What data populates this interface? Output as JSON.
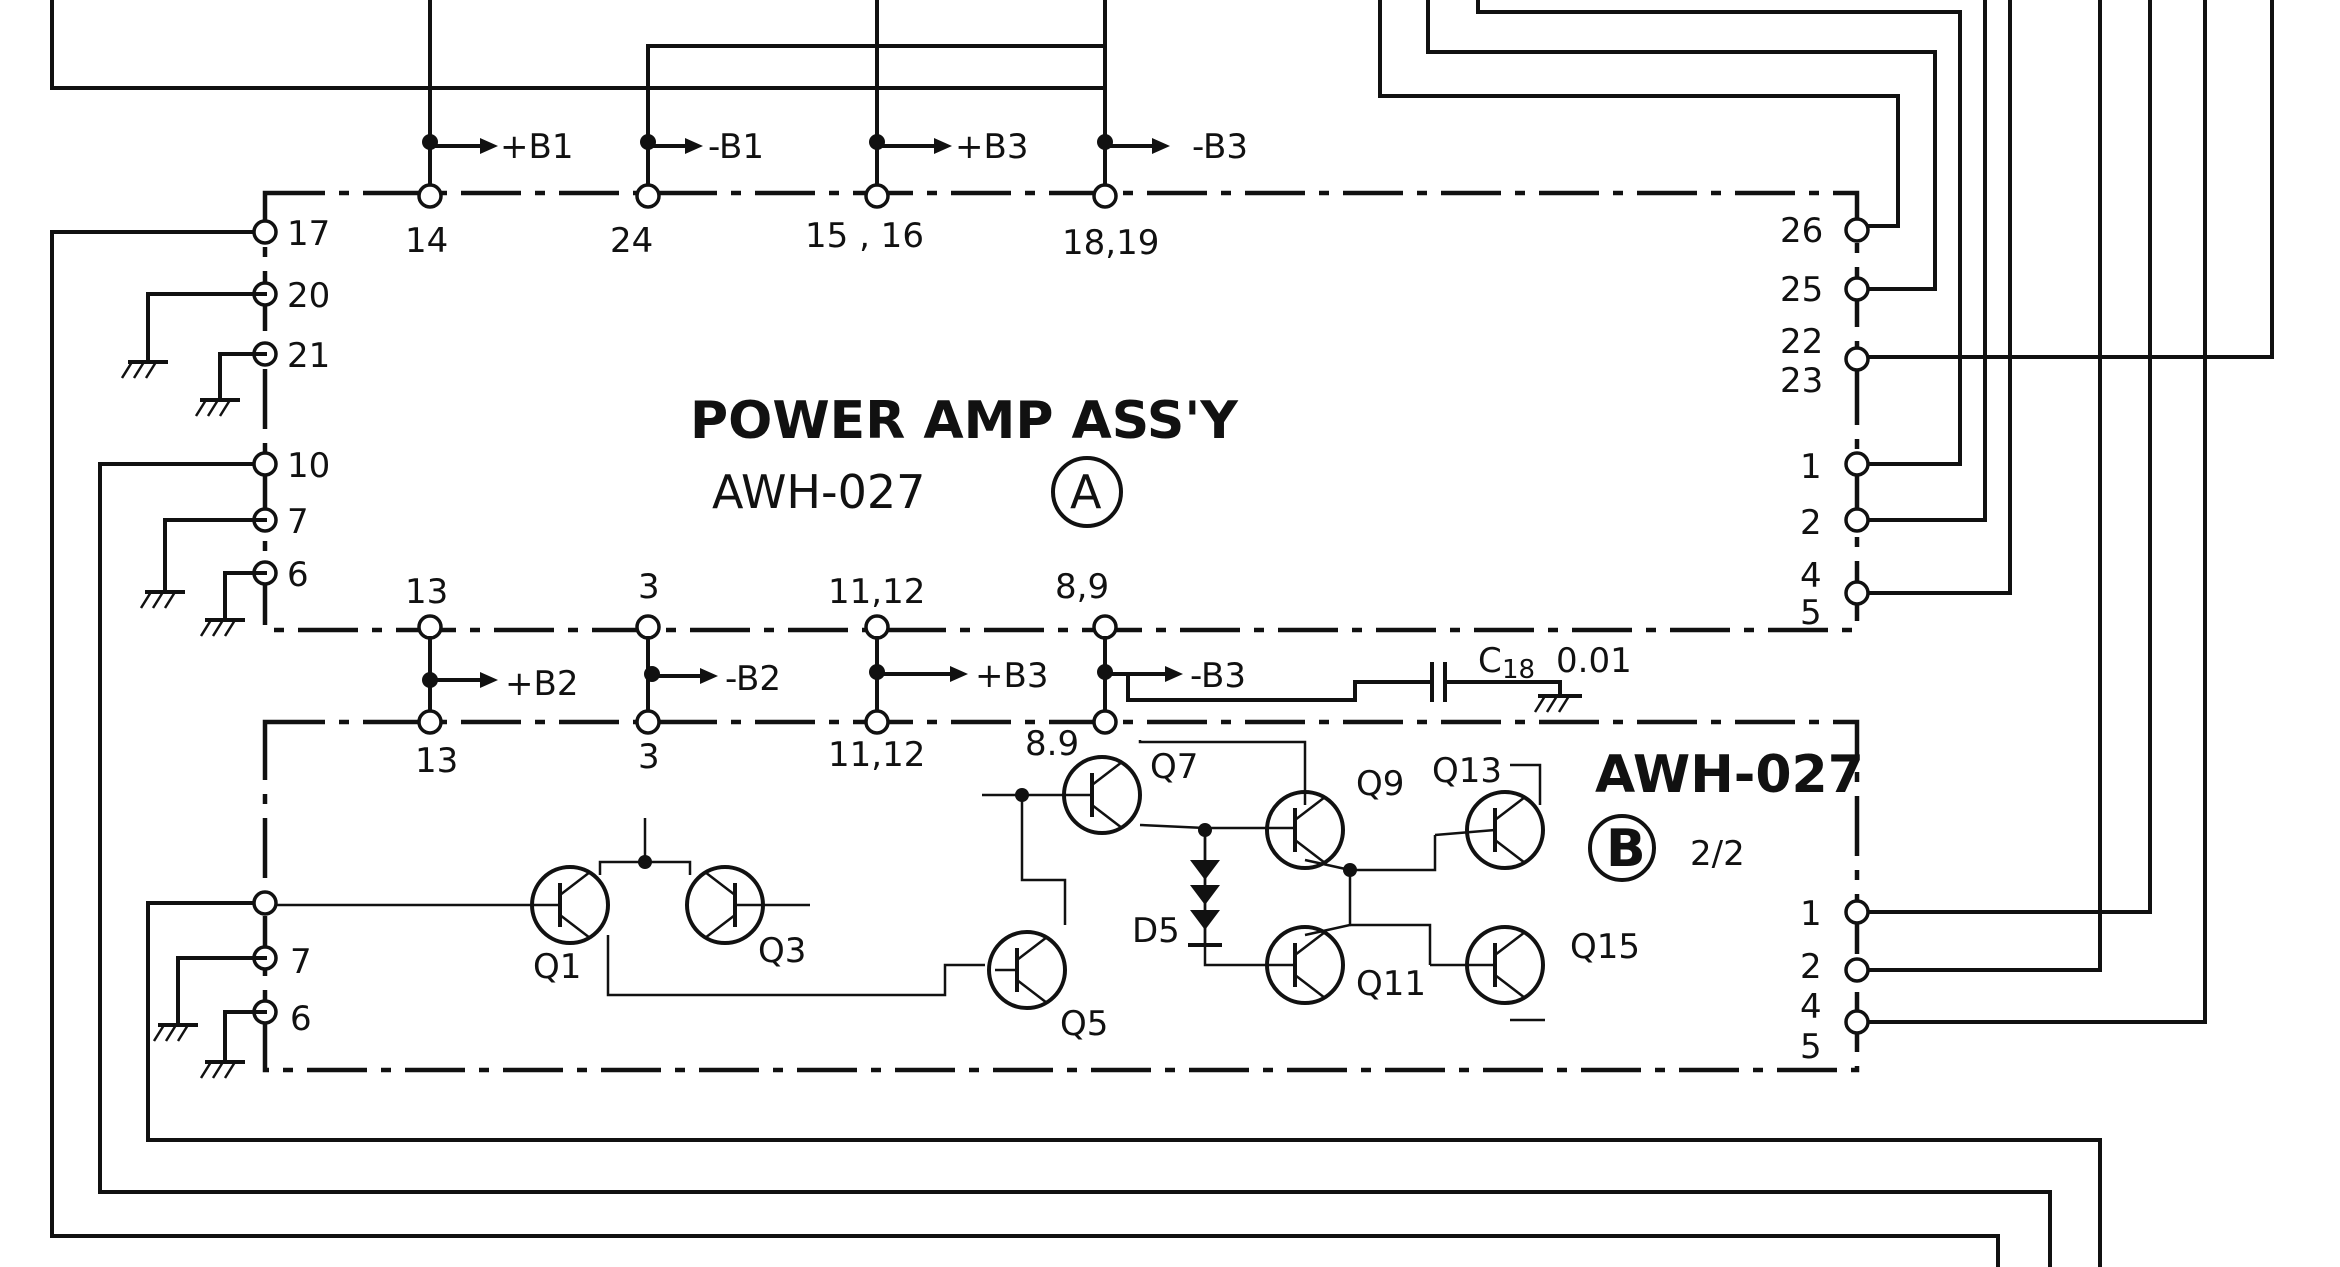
{
  "assy_a": {
    "title": "POWER AMP ASS'Y",
    "model": "AWH-027",
    "variant": "A",
    "top_pins": [
      "14",
      "24",
      "15 , 16",
      "18,19"
    ],
    "left_pins": [
      "17",
      "20",
      "21",
      "10",
      "7",
      "6"
    ],
    "right_pins": [
      "26",
      "25",
      "22",
      "23",
      "1",
      "2",
      "4",
      "5"
    ],
    "bottom_pins": [
      "13",
      "3",
      "11,12",
      "8,9"
    ]
  },
  "assy_b": {
    "model": "AWH-027",
    "variant": "B",
    "fraction": "2/2",
    "top_pins": [
      "13",
      "3",
      "11,12",
      "8.9"
    ],
    "left_pins": [
      "7",
      "6"
    ],
    "right_pins": [
      "1",
      "2",
      "4",
      "5"
    ]
  },
  "rails_top": [
    "+B1",
    "-B1",
    "+B3",
    "-B3"
  ],
  "rails_bottom": [
    "+B2",
    "-B2",
    "+B3",
    "-B3"
  ],
  "capacitor": {
    "ref": "C",
    "sub": "18",
    "value": "0.01"
  },
  "components": {
    "q1": "Q1",
    "q3": "Q3",
    "q5": "Q5",
    "q7": "Q7",
    "q9": "Q9",
    "q11": "Q11",
    "q13": "Q13",
    "q15": "Q15",
    "d5": "D5"
  }
}
